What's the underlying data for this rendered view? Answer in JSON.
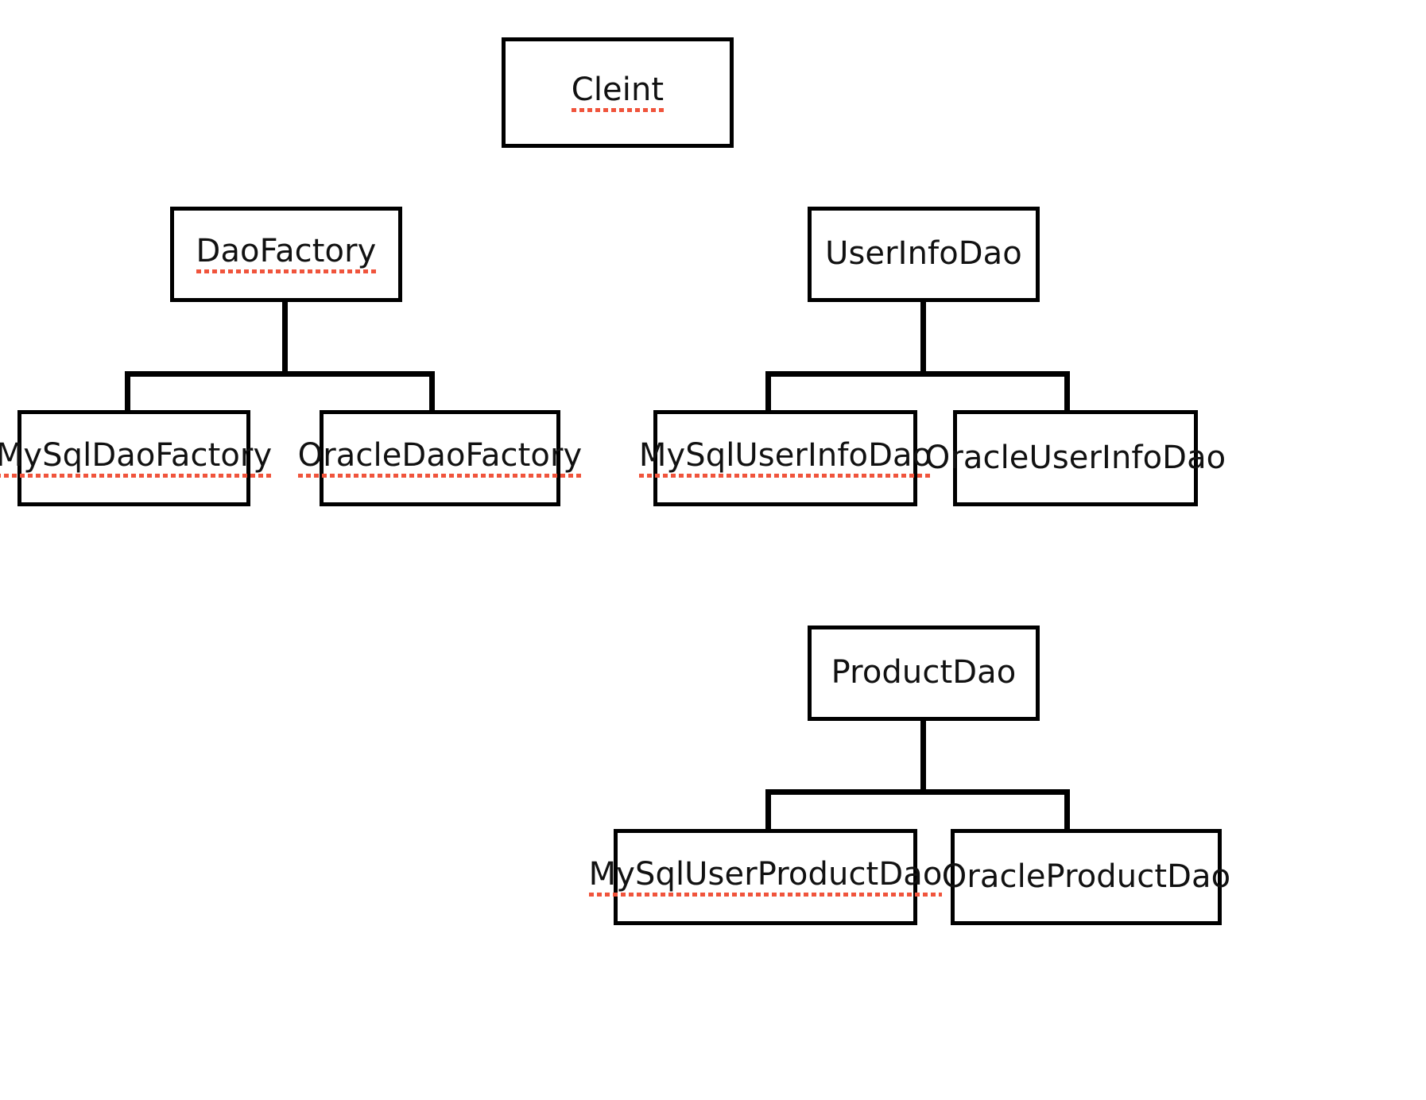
{
  "diagram": {
    "title_text": "",
    "type": "uml-class-inheritance",
    "background_color": "#ffffff",
    "stroke_color": "#000000",
    "spellcheck_underline_color": "#f0543c"
  },
  "nodes": {
    "client": {
      "label": "Cleint",
      "spell_error": true
    },
    "dao_factory": {
      "label": "DaoFactory",
      "spell_error": true
    },
    "mysql_dao_factory": {
      "label": "MySqlDaoFactory",
      "spell_error": true
    },
    "oracle_dao_factory": {
      "label": "OracleDaoFactory",
      "spell_error": true
    },
    "user_info_dao": {
      "label": "UserInfoDao",
      "spell_error": false
    },
    "mysql_user_info_dao": {
      "label": "MySqlUserInfoDao",
      "spell_error": true
    },
    "oracle_user_info_dao": {
      "label": "OracleUserInfoDao",
      "spell_error": false
    },
    "product_dao": {
      "label": "ProductDao",
      "spell_error": false
    },
    "mysql_user_product_dao": {
      "label": "MySqlUserProductDao",
      "spell_error": true
    },
    "oracle_product_dao": {
      "label": "OracleProductDao",
      "spell_error": false
    }
  },
  "hierarchies": [
    {
      "name": "dao-factory-hierarchy",
      "parent": "DaoFactory",
      "children": [
        "MySqlDaoFactory",
        "OracleDaoFactory"
      ]
    },
    {
      "name": "user-info-dao-hierarchy",
      "parent": "UserInfoDao",
      "children": [
        "MySqlUserInfoDao",
        "OracleUserInfoDao"
      ]
    },
    {
      "name": "product-dao-hierarchy",
      "parent": "ProductDao",
      "children": [
        "MySqlUserProductDao",
        "OracleProductDao"
      ]
    }
  ],
  "standalone_nodes": [
    "Cleint"
  ]
}
